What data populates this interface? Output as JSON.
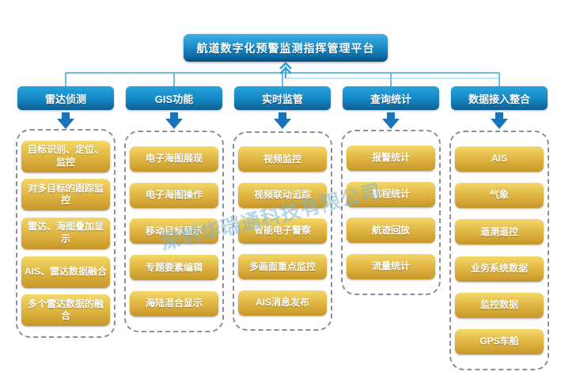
{
  "title": "航道数字化预警监测指挥管理平台",
  "watermark": "深圳华瑞通科技有限公司",
  "colors": {
    "top_box_blue_top": "#3db1e2",
    "top_box_blue_bottom": "#0a4f7c",
    "header_blue": "#1587c6",
    "item_gold_top": "#f4d868",
    "item_gold_bottom": "#c6962c",
    "connector_blue": "#3aa7dc",
    "arrow_blue": "#1a74ba",
    "dashed_border_gray": "#8f8f8f",
    "watermark_blue": "#7ab6d4"
  },
  "icons": {
    "up_arrow": "double-chevron-up",
    "down_arrow": "block-arrow-down"
  },
  "columns": [
    {
      "header": "雷达侦测",
      "items": [
        "目标识别、定位、监控",
        "对多目标的跟踪监控",
        "雷达、海图叠加显示",
        "AIS、雷达数据融合",
        "多个雷达数据的融合"
      ]
    },
    {
      "header": "GIS功能",
      "items": [
        "电子海图展现",
        "电子海图操作",
        "移动目标显示",
        "专题要素编辑",
        "海陆混合显示"
      ]
    },
    {
      "header": "实时监管",
      "items": [
        "视频监控",
        "视频联动追踪",
        "智能电子警察",
        "多画面重点监控",
        "AIS消息发布"
      ]
    },
    {
      "header": "查询统计",
      "items": [
        "报警统计",
        "航程统计",
        "航迹回放",
        "流量统计"
      ]
    },
    {
      "header": "数据接入整合",
      "items": [
        "AIS",
        "气象",
        "遥测遥控",
        "业务系统数据",
        "监控数据",
        "GPS车船"
      ]
    }
  ]
}
